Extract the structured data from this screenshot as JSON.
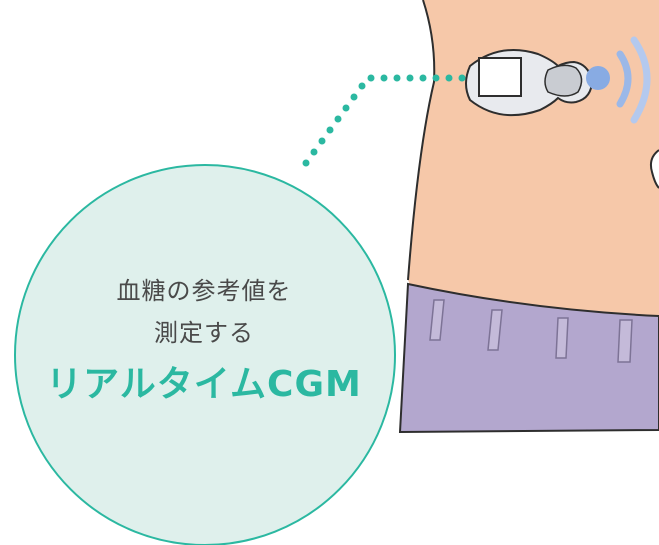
{
  "callout": {
    "line1": "血糖の参考値を",
    "line2": "測定する",
    "product_name": "リアルタイムCGM"
  },
  "colors": {
    "skin": "#f6c8a9",
    "skin_outline": "#2e2e2e",
    "waistband": "#b3a7ce",
    "bubble_fill": "#dff0ec",
    "bubble_stroke": "#2bb8a1",
    "accent_text": "#2bb8a1",
    "body_text": "#4a4a4a",
    "sensor_fill": "#e8eaee",
    "signal_dot": "#88abe3",
    "signal_wave": "#9bb8e8"
  },
  "icons": {
    "sensor": "cgm-sensor-icon",
    "signal": "wireless-signal-icon",
    "connector": "dotted-leader-line"
  }
}
